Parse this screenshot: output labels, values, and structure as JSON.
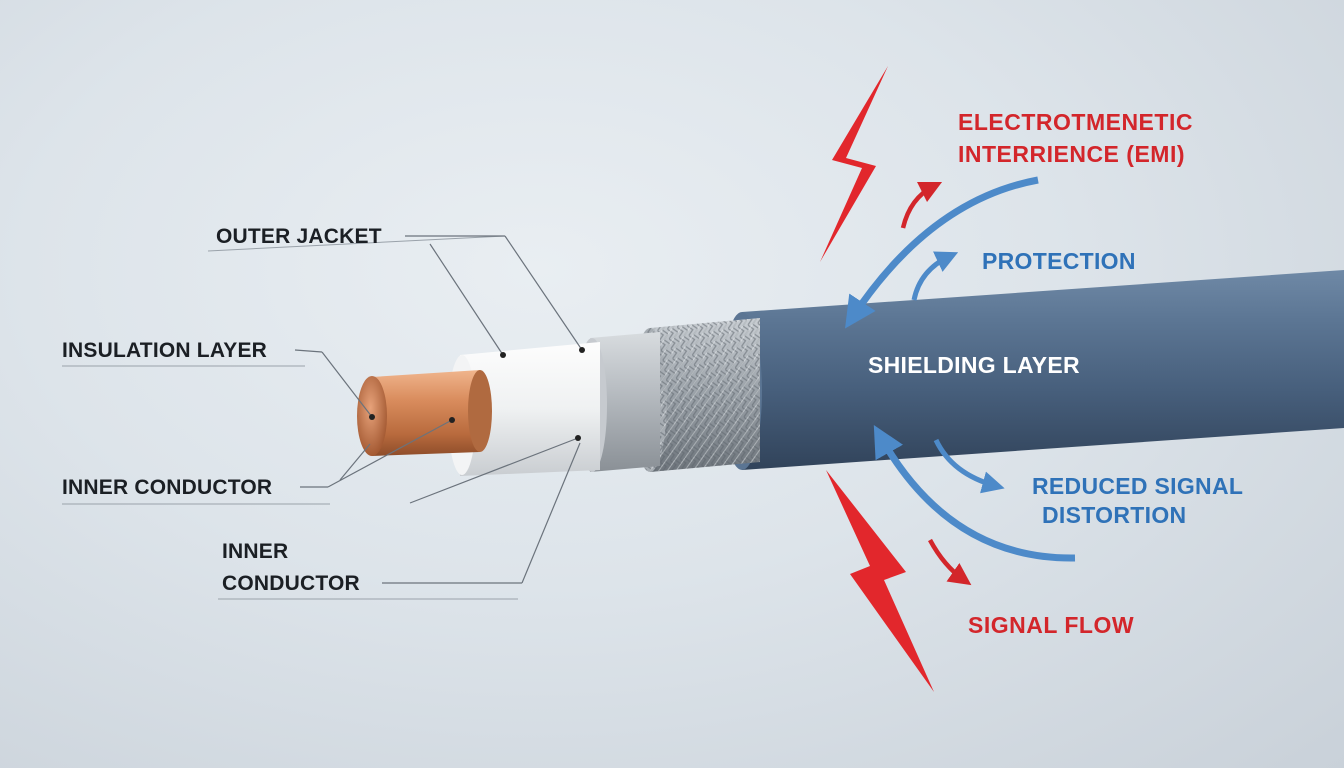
{
  "labels": {
    "outer_jacket": "OUTER JACKET",
    "insulation_layer": "INSULATION LAYER",
    "inner_conductor": "INNER CONDUCTOR",
    "inner_conductor_2_line1": "INNER",
    "inner_conductor_2_line2": "CONDUCTOR",
    "shielding_layer": "SHIELDING LAYER",
    "emi_line1": "ELECTROTMENETIC",
    "emi_line2": "INTERRIENCE (EMI)",
    "protection": "PROTECTION",
    "reduced_line1": "REDUCED SIGNAL",
    "reduced_line2": "DISTORTION",
    "signal_flow": "SIGNAL FLOW"
  },
  "colors": {
    "emi_red": "#d3262b",
    "protection_blue": "#2f72b8",
    "jacket_blue": "#4d6785",
    "copper": "#c97a4a",
    "label_dark": "#1b1f24"
  }
}
